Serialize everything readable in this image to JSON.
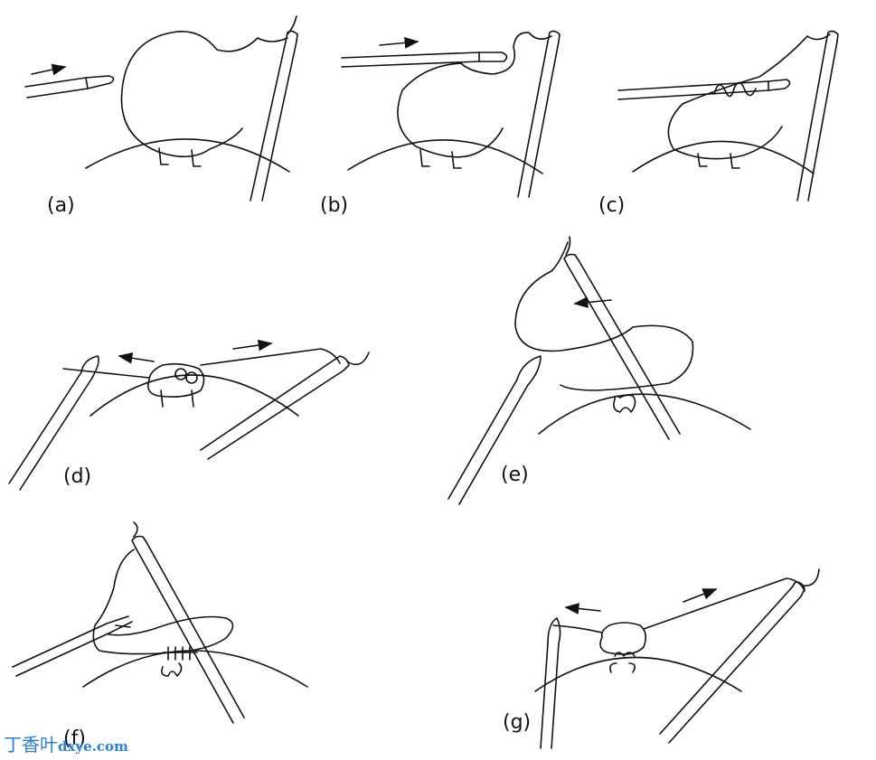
{
  "figure": {
    "panels": [
      {
        "id": "a",
        "label": "(a)"
      },
      {
        "id": "b",
        "label": "(b)"
      },
      {
        "id": "c",
        "label": "(c)"
      },
      {
        "id": "d",
        "label": "(d)"
      },
      {
        "id": "e",
        "label": "(e)"
      },
      {
        "id": "f",
        "label": "(f)"
      },
      {
        "id": "g",
        "label": "(g)"
      }
    ]
  },
  "watermark": {
    "chinese": "丁香叶",
    "domain": "dxye.com"
  }
}
